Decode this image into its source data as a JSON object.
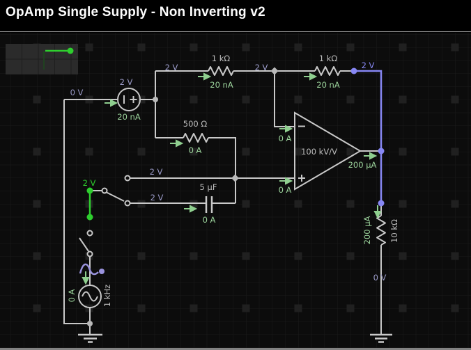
{
  "window": {
    "title": "OpAmp Single Supply - Non Inverting v2"
  },
  "colors": {
    "background": "#0c0c0c",
    "wire": "#c9c9c9",
    "selected_wire_blue": "#8787f4",
    "active_wire_green": "#2ece2e",
    "current_label_green": "#9cd49c",
    "voltage_label_lavender": "#9c9cca",
    "value_label_gray": "#bdbdbd",
    "scope_background": "#2b2b2b",
    "scope_trace": "#2ece2e",
    "waveform_annotation": "#9a93dd"
  },
  "labels": {
    "v0_left": "0 V",
    "v2_source": "2 V",
    "i_source": "20 nA",
    "v2_r1_left": "2 V",
    "r1_value": "1 kΩ",
    "i_r1": "20 nA",
    "v2_r1_right": "2 V",
    "r2_value": "1 kΩ",
    "i_r2": "20 nA",
    "v2_out": "2 V",
    "r3_value": "500 Ω",
    "i_r3": "0 A",
    "v2_plus_wire": "2 V",
    "v2_cap_wire": "2 V",
    "cap_value": "5 µF",
    "i_cap": "0 A",
    "opamp_gain": "100 kV/V",
    "i_minus": "0 A",
    "i_plus": "0 A",
    "i_out": "200 µA",
    "v2_switch": "2 V",
    "i_ac": "0 A",
    "ac_freq": "1 kHz",
    "i_r4": "200 µA",
    "r4_value": "10 kΩ",
    "v0_out": "0 V"
  }
}
